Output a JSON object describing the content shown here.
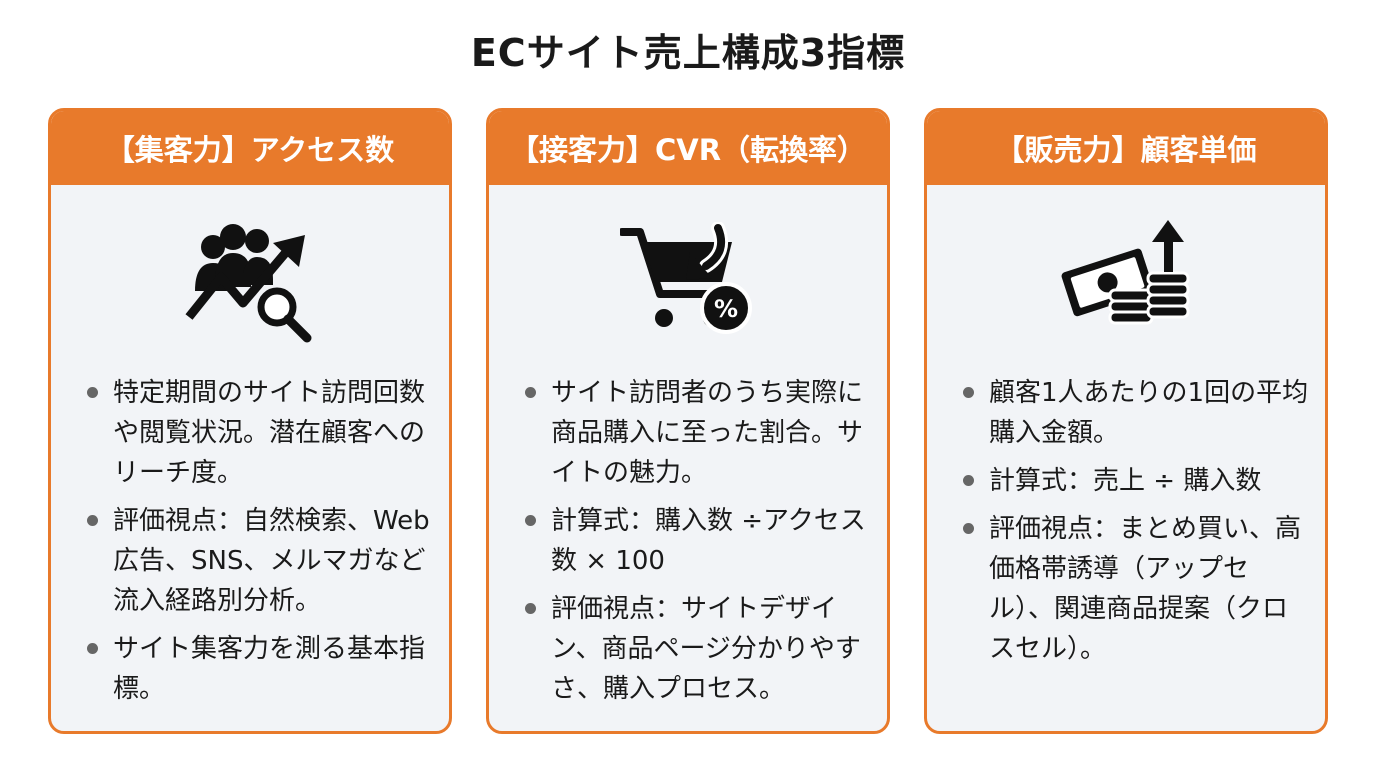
{
  "title": "ECサイト売上構成3指標",
  "colors": {
    "accent": "#e87a2b",
    "card_background": "#f2f4f7",
    "text": "#1a1a1a",
    "bullet": "#666666"
  },
  "cards": [
    {
      "header": "【集客力】アクセス数",
      "icon": "people-growth-magnifier-icon",
      "bullets": [
        "特定期間のサイト訪問回数や閲覧状況。潜在顧客へのリーチ度。",
        "評価視点：自然検索、Web広告、SNS、メルマガなど流入経路別分析。",
        "サイト集客力を測る基本指標。"
      ]
    },
    {
      "header": "【接客力】CVR（転換率）",
      "icon": "cart-percent-icon",
      "bullets": [
        "サイト訪問者のうち実際に商品購入に至った割合。サイトの魅力。",
        "計算式：購入数 ÷アクセス数 × 100",
        "評価視点：サイトデザイン、商品ページ分かりやすさ、購入プロセス。"
      ]
    },
    {
      "header": "【販売力】顧客単価",
      "icon": "money-coins-up-icon",
      "bullets": [
        "顧客1人あたりの1回の平均購入金額。",
        "計算式：売上 ÷ 購入数",
        "評価視点：まとめ買い、高価格帯誘導（アップセル）、関連商品提案（クロスセル）。"
      ]
    }
  ]
}
